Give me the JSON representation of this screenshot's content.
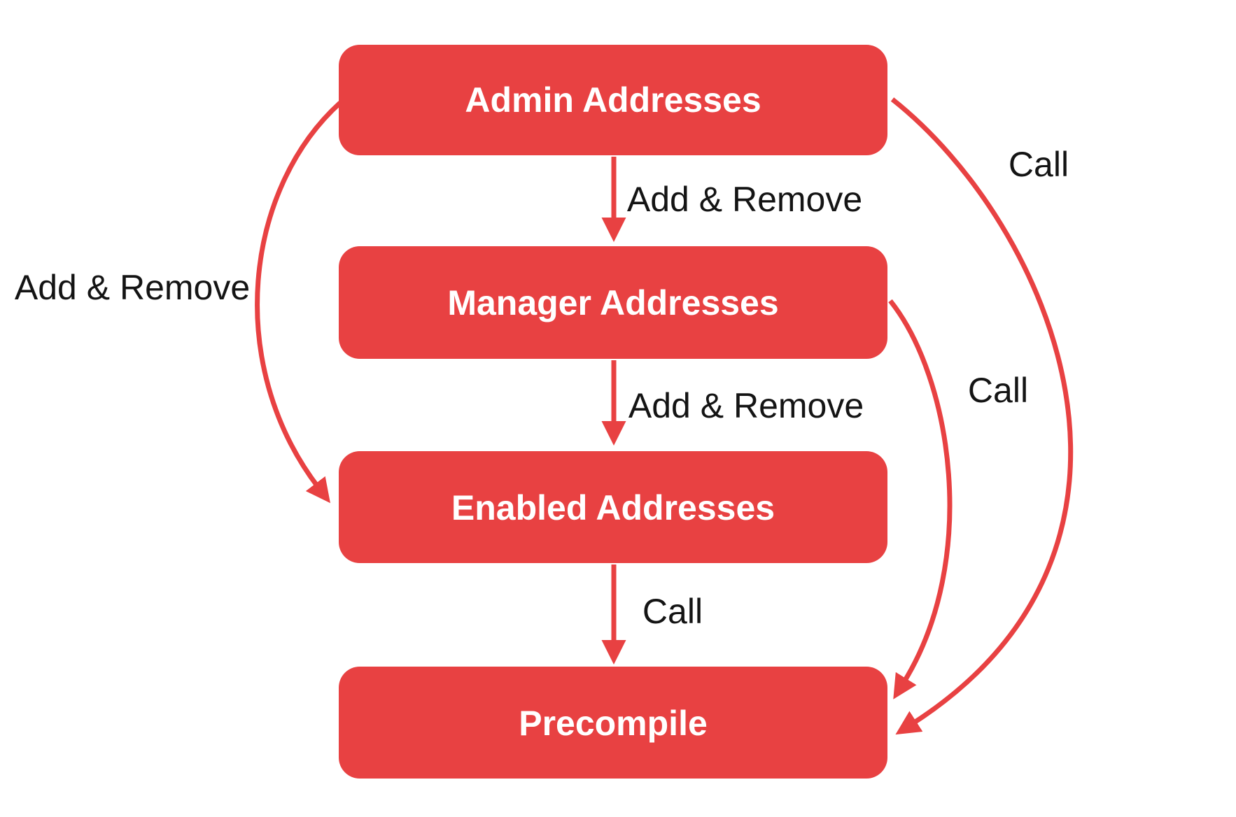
{
  "diagram": {
    "background_color": "#ffffff",
    "accent_red": "#e84142",
    "label_text_color": "#141414",
    "node_text_color": "#ffffff",
    "nodes": [
      {
        "id": "admin-addresses",
        "label": "Admin Addresses"
      },
      {
        "id": "manager-addresses",
        "label": "Manager Addresses"
      },
      {
        "id": "enabled-addresses",
        "label": "Enabled Addresses"
      },
      {
        "id": "precompile",
        "label": "Precompile"
      }
    ],
    "edges": [
      {
        "from": "admin-addresses",
        "to": "manager-addresses",
        "label": "Add & Remove",
        "style": "straight-down"
      },
      {
        "from": "manager-addresses",
        "to": "enabled-addresses",
        "label": "Add & Remove",
        "style": "straight-down"
      },
      {
        "from": "admin-addresses",
        "to": "enabled-addresses",
        "label": "Add & Remove",
        "style": "curved-left"
      },
      {
        "from": "enabled-addresses",
        "to": "precompile",
        "label": "Call",
        "style": "straight-down"
      },
      {
        "from": "manager-addresses",
        "to": "precompile",
        "label": "Call",
        "style": "curved-right"
      },
      {
        "from": "admin-addresses",
        "to": "precompile",
        "label": "Call",
        "style": "curved-far-right"
      }
    ]
  }
}
